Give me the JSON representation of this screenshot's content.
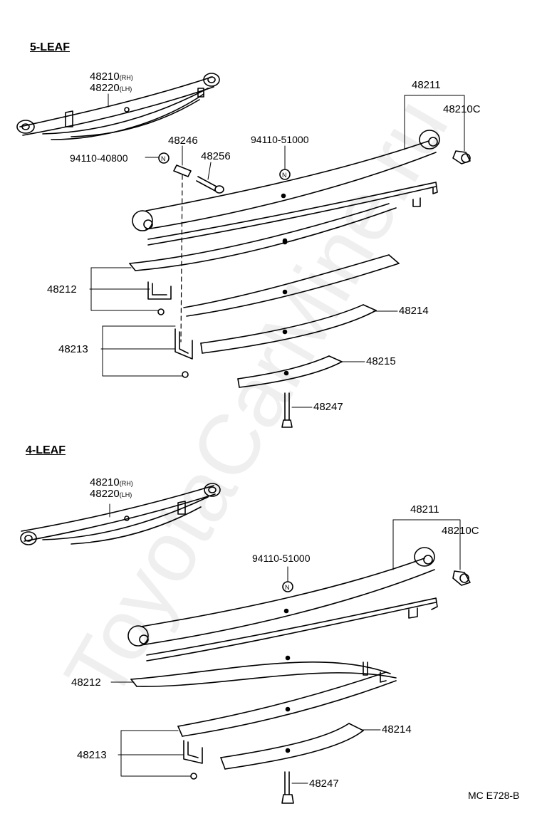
{
  "watermark": "ToyotaCarMine.ru",
  "sections": {
    "five_leaf": {
      "title": "5-LEAF",
      "assy_rh": "48210",
      "assy_rh_suffix": "(RH)",
      "assy_lh": "48220",
      "assy_lh_suffix": "(LH)",
      "leaf_no1": "48211",
      "bushing": "48210C",
      "bolt_nut_a": "94110-40800",
      "bolt_nut_b": "94110-51000",
      "pin": "48246",
      "bolt": "48256",
      "clip_a": "48212",
      "clip_b": "48213",
      "leaf_a": "48214",
      "leaf_b": "48215",
      "center_bolt": "48247"
    },
    "four_leaf": {
      "title": "4-LEAF",
      "assy_rh": "48210",
      "assy_rh_suffix": "(RH)",
      "assy_lh": "48220",
      "assy_lh_suffix": "(LH)",
      "leaf_no1": "48211",
      "bushing": "48210C",
      "bolt_nut_b": "94110-51000",
      "clip_a": "48212",
      "clip_b": "48213",
      "leaf_a": "48214",
      "center_bolt": "48247"
    }
  },
  "nut_symbol": "N",
  "code": "MC E728-B"
}
